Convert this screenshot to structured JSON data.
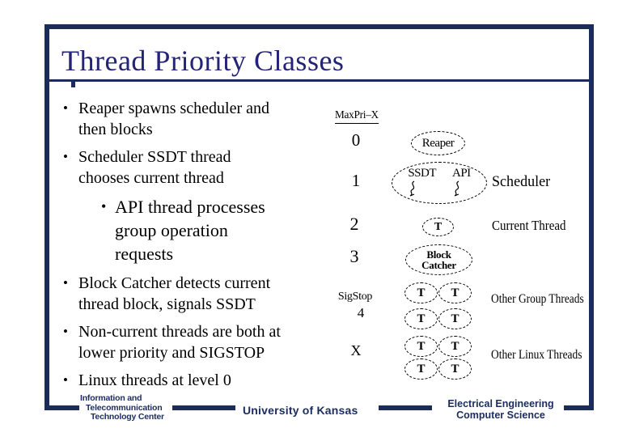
{
  "title": "Thread Priority Classes",
  "colors": {
    "frame_navy": "#1a2c57",
    "title_text": "#232377",
    "body_text": "#000000",
    "footer_text": "#1b2d5e",
    "background": "#ffffff"
  },
  "bullets": [
    {
      "level": 1,
      "lines": [
        "Reaper spawns scheduler and",
        "then blocks"
      ]
    },
    {
      "level": 1,
      "lines": [
        "Scheduler SSDT thread",
        "chooses current thread"
      ]
    },
    {
      "level": 2,
      "lines": [
        "API thread processes",
        "group operation",
        "requests"
      ]
    },
    {
      "level": 1,
      "lines": [
        "Block Catcher detects current",
        "thread block, signals SSDT"
      ]
    },
    {
      "level": 1,
      "lines": [
        "Non-current threads are both at",
        "lower priority and SIGSTOP"
      ]
    },
    {
      "level": 1,
      "lines": [
        "Linux threads at level 0"
      ]
    }
  ],
  "diagram": {
    "header": "MaxPri–X",
    "levels": {
      "l0": "0",
      "l1": "1",
      "l2": "2",
      "l3": "3",
      "sigstop": "SigStop",
      "l4": "4",
      "lx": "X"
    },
    "nodes": {
      "reaper": "Reaper",
      "ssdt": "SSDT",
      "api": "API",
      "thread": "T",
      "block_catcher_line1": "Block",
      "block_catcher_line2": "Catcher"
    },
    "labels": {
      "scheduler": "Scheduler",
      "current": "Current Thread",
      "group": "Other Group Threads",
      "linux": "Other Linux Threads"
    }
  },
  "footer": {
    "logo_lines": [
      "Information and",
      "Telecommunication",
      "Technology Center"
    ],
    "university": "University of Kansas",
    "dept_line1": "Electrical Engineering",
    "dept_line2": "Computer Science"
  }
}
